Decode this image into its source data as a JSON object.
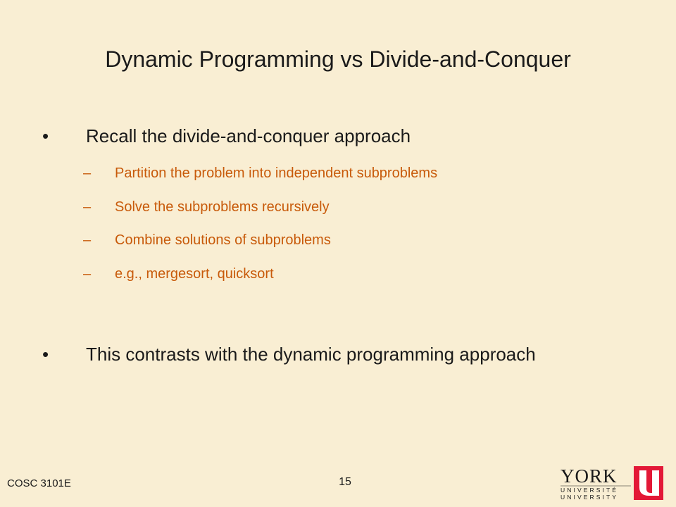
{
  "slide": {
    "title": "Dynamic Programming vs Divide-and-Conquer",
    "bullets": [
      {
        "symbol": "•",
        "text": "Recall the divide-and-conquer  approach",
        "subitems": [
          {
            "symbol": "–",
            "text": "Partition the problem into independent subproblems"
          },
          {
            "symbol": "–",
            "text": "Solve the subproblems recursively"
          },
          {
            "symbol": "–",
            "text": "Combine solutions of subproblems"
          },
          {
            "symbol": "–",
            "text": "e.g., mergesort, quicksort"
          }
        ]
      },
      {
        "symbol": "•",
        "text": "This contrasts with the dynamic programming approach",
        "subitems": []
      }
    ],
    "sub_color": "#c85a0a"
  },
  "footer": {
    "course": "COSC 3101E",
    "page_number": "15"
  },
  "logo": {
    "wordmark": "YORK",
    "line1": "UNIVERSITÉ",
    "line2": "UNIVERSITY",
    "icon": "york-u-logo-icon",
    "accent_color": "#e31837"
  }
}
